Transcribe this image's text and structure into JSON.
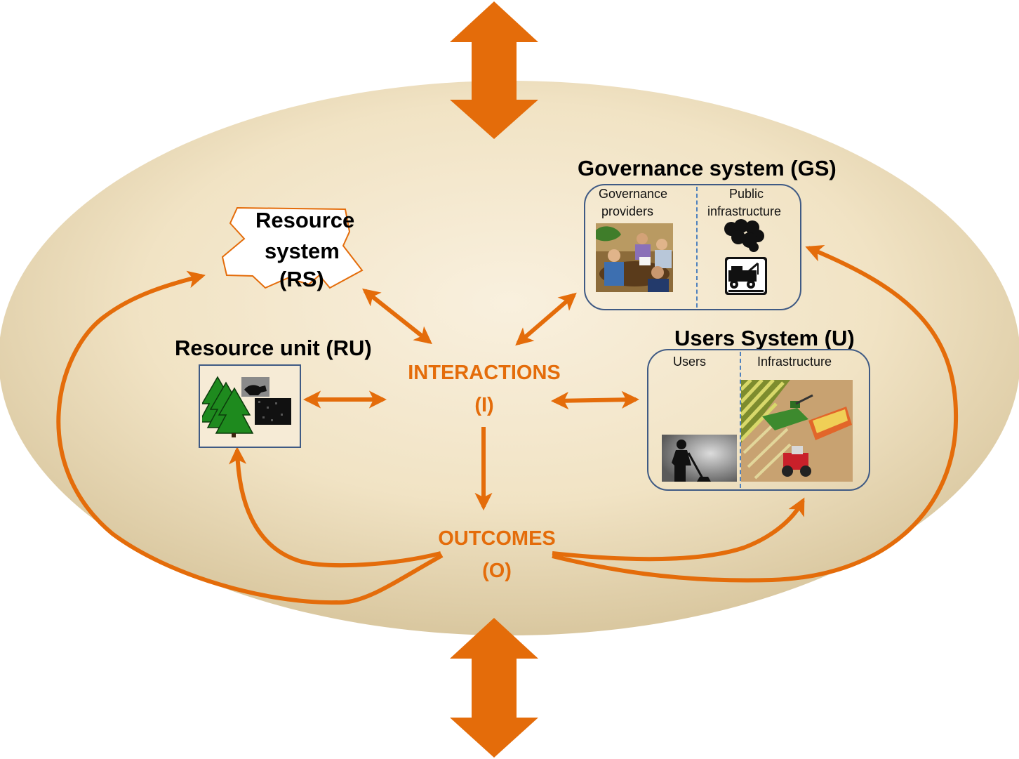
{
  "resource_system": {
    "line1": "Resource",
    "line2": "system",
    "line3": "(RS)"
  },
  "resource_unit": {
    "title": "Resource unit (RU)"
  },
  "governance_system": {
    "title": "Governance   system (GS)",
    "col1_line1": "Governance",
    "col1_line2": "providers",
    "col2_line1": "Public",
    "col2_line2": "infrastructure"
  },
  "users_system": {
    "title": "Users  System (U)",
    "col1": "Users",
    "col2": "Infrastructure"
  },
  "interactions": {
    "line1": "INTERACTIONS",
    "line2": "(I)"
  },
  "outcomes": {
    "line1": "OUTCOMES",
    "line2": "(O)"
  },
  "colors": {
    "arrow": "#e46c0a",
    "box_border": "#3f5a84",
    "ellipse_center": "#f7ecd6",
    "ellipse_edge": "#dccaa4"
  },
  "icons": [
    "tree-icon",
    "cow-icon",
    "meeting-photo",
    "smoke-icon",
    "tow-truck-icon",
    "farmer-silhouette",
    "harvester-photo"
  ]
}
